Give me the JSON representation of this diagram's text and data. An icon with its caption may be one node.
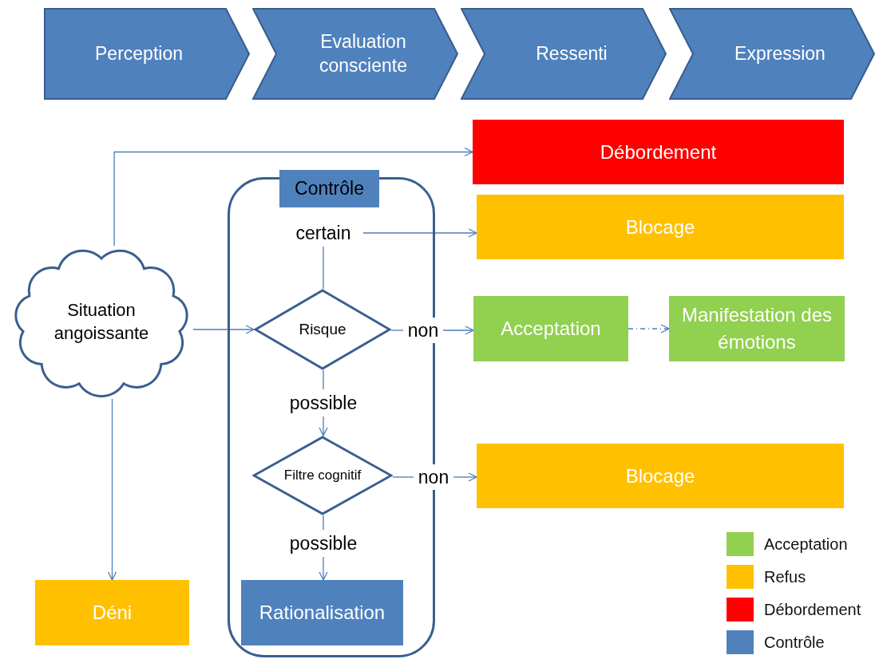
{
  "diagram": {
    "nodes": [
      {
        "text": [
          "Perception"
        ]
      },
      {
        "text": [
          "Evaluation consciente"
        ]
      },
      {
        "text": [
          "Ressenti"
        ]
      },
      {
        "text": [
          "Expression"
        ]
      },
      {
        "text": [
          "Débordement"
        ]
      },
      {
        "text": [
          "Contrôle"
        ]
      },
      {
        "text": [
          "certain"
        ],
        "in": 5
      },
      {
        "text": [
          "Blocage"
        ]
      },
      {
        "text": [
          "Situation angoissante"
        ]
      },
      {
        "text": [
          "Risque"
        ],
        "in": 5
      },
      {
        "text": [
          "non"
        ]
      },
      {
        "text": [
          "Acceptation"
        ]
      },
      {
        "text": [
          "Manifestation des émotions"
        ]
      },
      {
        "text": [
          "possible"
        ],
        "in": 5
      },
      {
        "text": [
          "Filtre cognitif"
        ],
        "in": 5
      },
      {
        "text": [
          "non"
        ]
      },
      {
        "text": [
          "Blocage"
        ]
      },
      {
        "text": [
          "possible"
        ],
        "in": 5
      },
      {
        "text": [
          "Déni"
        ]
      },
      {
        "text": [
          "Rationalisation"
        ],
        "in": 5
      }
    ],
    "edges": [
      {
        "from": 8,
        "to": 4,
        "arrow": "to"
      },
      {
        "from": 6,
        "to": 7,
        "arrow": "to"
      },
      {
        "from": 9,
        "to": 6,
        "arrow": "none"
      },
      {
        "from": 8,
        "to": 9,
        "arrow": "to"
      },
      {
        "from": 9,
        "to": 10,
        "arrow": "none"
      },
      {
        "from": 10,
        "to": 11,
        "arrow": "to"
      },
      {
        "from": 11,
        "to": 12,
        "arrow": "to",
        "style": "dashed"
      },
      {
        "from": 9,
        "to": 13,
        "arrow": "none"
      },
      {
        "from": 13,
        "to": 14,
        "arrow": "to"
      },
      {
        "from": 14,
        "to": 15,
        "arrow": "none"
      },
      {
        "from": 15,
        "to": 16,
        "arrow": "to"
      },
      {
        "from": 14,
        "to": 17,
        "arrow": "none"
      },
      {
        "from": 17,
        "to": 19,
        "arrow": "to"
      },
      {
        "from": 8,
        "to": 18,
        "arrow": "to"
      }
    ],
    "legend": [
      {
        "text": "Acceptation",
        "color": "#92d050"
      },
      {
        "text": "Refus",
        "color": "#ffc000"
      },
      {
        "text": "Débordement",
        "color": "#ff0000"
      },
      {
        "text": "Contrôle",
        "color": "#4f81bd"
      }
    ]
  }
}
